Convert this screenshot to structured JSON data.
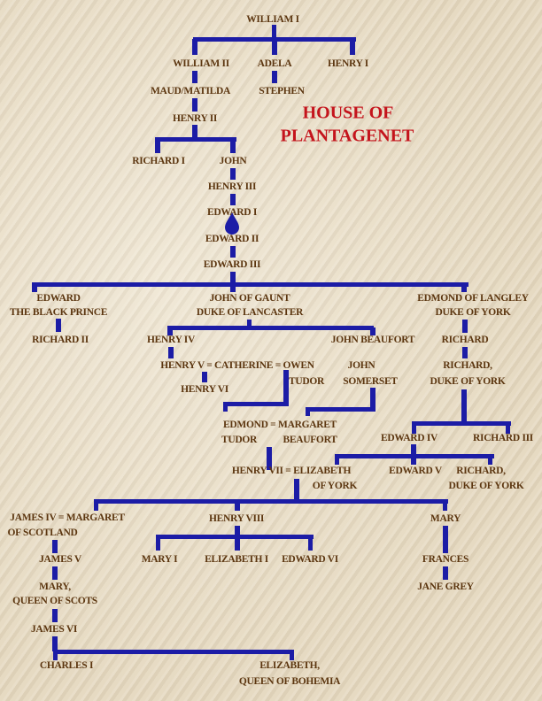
{
  "title": [
    "HOUSE OF",
    "PLANTAGENET"
  ],
  "names": {
    "william1": "WILLIAM I",
    "william2": "WILLIAM II",
    "adela": "ADELA",
    "henry1": "HENRY I",
    "maud": "MAUD/MATILDA",
    "stephen": "STEPHEN",
    "henry2": "HENRY II",
    "richard1": "RICHARD I",
    "john": "JOHN",
    "henry3": "HENRY III",
    "edward1": "EDWARD I",
    "edward2": "EDWARD II",
    "edward3": "EDWARD III",
    "blackprince1": "EDWARD",
    "blackprince2": "THE BLACK PRINCE",
    "gaunt1": "JOHN OF GAUNT",
    "gaunt2": "DUKE OF LANCASTER",
    "langley1": "EDMOND OF LANGLEY",
    "langley2": "DUKE OF YORK",
    "richard2": "RICHARD II",
    "henry4": "HENRY IV",
    "johnbeaufort": "JOHN BEAUFORT",
    "richard": "RICHARD",
    "henry5": "HENRY V = CATHERINE = OWEN",
    "tudor": "TUDOR",
    "somerset1": "JOHN",
    "somerset2": "SOMERSET",
    "rdy1": "RICHARD,",
    "rdy2": "DUKE OF YORK",
    "henry6": "HENRY VI",
    "edmond": "EDMOND = MARGARET",
    "edmondtudor": "TUDOR",
    "beaufort": "BEAUFORT",
    "edward4": "EDWARD IV",
    "richard3": "RICHARD III",
    "henry7": "HENRY VII = ELIZABETH",
    "ofyork": "OF YORK",
    "edward5": "EDWARD V",
    "rdy3": "RICHARD,",
    "rdy4": "DUKE OF YORK",
    "james4": "JAMES IV = MARGARET",
    "ofscotland": "OF SCOTLAND",
    "henry8": "HENRY VIII",
    "mary": "MARY",
    "james5": "JAMES V",
    "mary1": "MARY I",
    "elizabeth1": "ELIZABETH I",
    "edward6": "EDWARD VI",
    "frances": "FRANCES",
    "maryqs1": "MARY,",
    "maryqs2": "QUEEN OF SCOTS",
    "janegrey": "JANE GREY",
    "james6": "JAMES VI",
    "charles1": "CHARLES I",
    "eliz1": "ELIZABETH,",
    "eliz2": "QUEEN OF BOHEMIA"
  },
  "colors": {
    "line": "#1c1ca6",
    "text": "#5c3610",
    "title": "#c4141c"
  }
}
